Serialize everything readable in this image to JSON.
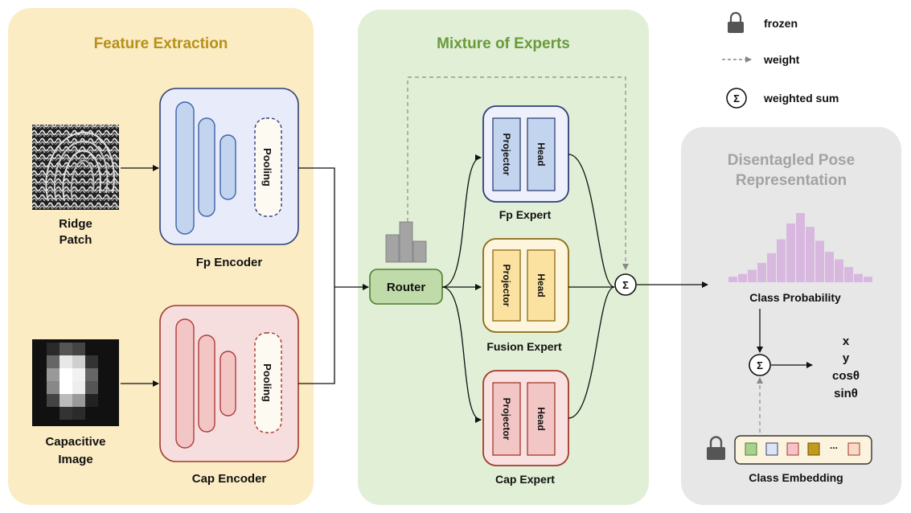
{
  "legend": {
    "frozen_label": "frozen",
    "weight_label": "weight",
    "sum_label": "weighted sum",
    "sum_symbol": "Σ"
  },
  "feature_extraction": {
    "title": "Feature Extraction",
    "ridge_label_line1": "Ridge",
    "ridge_label_line2": "Patch",
    "capacitive_label_line1": "Capacitive",
    "capacitive_label_line2": "Image",
    "fp_encoder": {
      "label": "Fp Encoder",
      "pooling": "Pooling"
    },
    "cap_encoder": {
      "label": "Cap Encoder",
      "pooling": "Pooling"
    }
  },
  "moe": {
    "title": "Mixture of Experts",
    "router_label": "Router",
    "experts": [
      {
        "label": "Fp Expert",
        "projector": "Projector",
        "head": "Head"
      },
      {
        "label": "Fusion Expert",
        "projector": "Projector",
        "head": "Head"
      },
      {
        "label": "Cap Expert",
        "projector": "Projector",
        "head": "Head"
      }
    ],
    "sum_symbol": "Σ"
  },
  "pose": {
    "title_line1": "Disentagled Pose",
    "title_line2": "Representation",
    "class_probability_label": "Class Probability",
    "class_embedding_label": "Class Embedding",
    "embedding_ellipsis": "...",
    "sum_symbol": "Σ",
    "outputs": [
      "x",
      "y",
      "cosθ",
      "sinθ"
    ],
    "histogram": [
      0.08,
      0.12,
      0.18,
      0.28,
      0.42,
      0.62,
      0.85,
      1.0,
      0.8,
      0.6,
      0.44,
      0.33,
      0.22,
      0.12,
      0.08
    ]
  },
  "colors": {
    "feature_bg": "#fbecc4",
    "feature_title": "#b8901a",
    "moe_bg": "#e1efd6",
    "moe_title": "#6a9a3c",
    "pose_bg": "#e7e7e7",
    "pose_title": "#a3a3a3",
    "fp_blue": "#c3d4ef",
    "cap_red": "#f3c6c6",
    "fusion_yellow": "#fbe2a0",
    "histogram": "#d9b8e0"
  }
}
